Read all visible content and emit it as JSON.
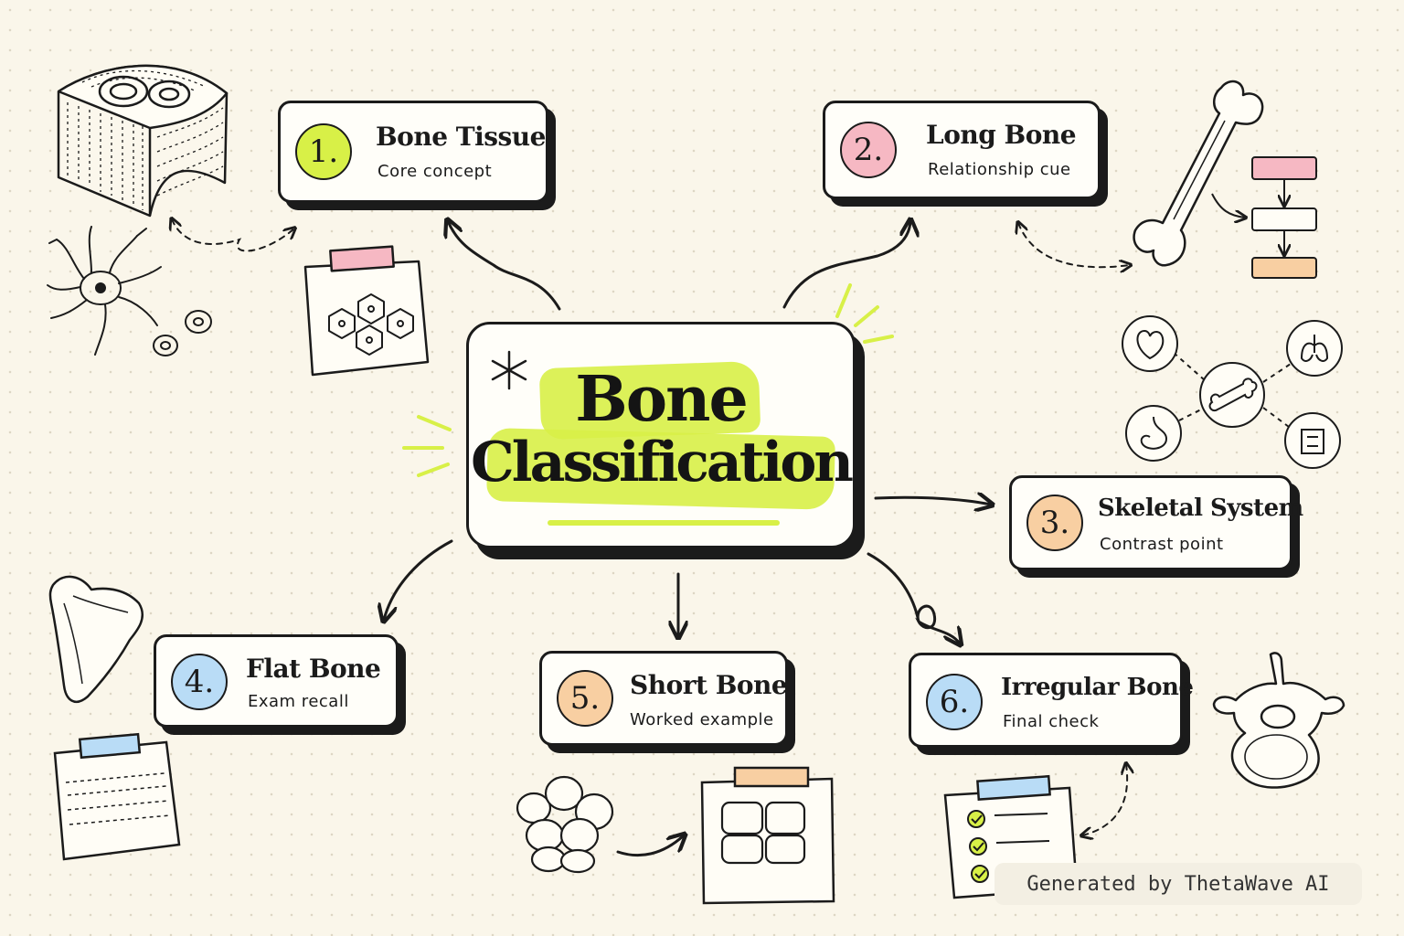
{
  "title": {
    "line1": "Bone",
    "line2": "Classification"
  },
  "nodes": [
    {
      "number": "1.",
      "title": "Bone Tissue",
      "subtitle": "Core concept",
      "color": "#d8f047"
    },
    {
      "number": "2.",
      "title": "Long Bone",
      "subtitle": "Relationship cue",
      "color": "#f6b8c3"
    },
    {
      "number": "3.",
      "title": "Skeletal System",
      "subtitle": "Contrast point",
      "color": "#f8cfa2"
    },
    {
      "number": "4.",
      "title": "Flat Bone",
      "subtitle": "Exam recall",
      "color": "#b9dcf6"
    },
    {
      "number": "5.",
      "title": "Short Bone",
      "subtitle": "Worked example",
      "color": "#f8cfa2"
    },
    {
      "number": "6.",
      "title": "Irregular Bone",
      "subtitle": "Final check",
      "color": "#b9dcf6"
    }
  ],
  "colors": {
    "highlight": "#d8f047",
    "ink": "#1b1b1b",
    "paper": "#faf6ea"
  },
  "footer": {
    "watermark": "Generated by ThetaWave AI"
  }
}
